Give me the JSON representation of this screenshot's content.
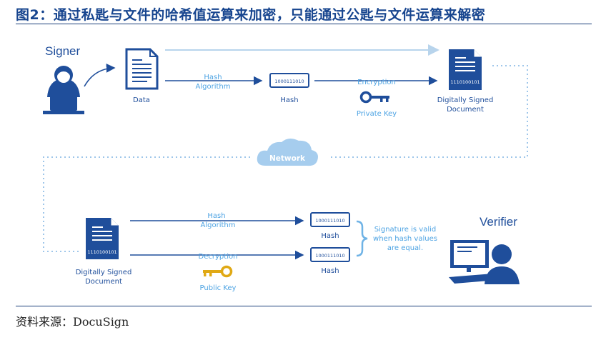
{
  "title": "图2：通过私匙与文件的哈希值运算来加密，只能通过公匙与文件运算来解密",
  "source": "资料来源：DocuSign",
  "signer_label": "Signer",
  "verifier_label": "Verifier",
  "data_label": "Data",
  "hash_algorithm_top": [
    "Hash",
    "Algorithm"
  ],
  "hash_label": "Hash",
  "encryption_label": "Encryption",
  "private_key_label": "Private Key",
  "signed_doc_top": [
    "Digitally Signed",
    "Document"
  ],
  "network_label": "Network",
  "signed_doc_bottom": [
    "Digitally Signed",
    "Document"
  ],
  "hash_algorithm_bottom": [
    "Hash",
    "Algorithm"
  ],
  "decryption_label": "Decryption",
  "public_key_label": "Public Key",
  "hash_value_label": "Hash",
  "hash_bits": "1000111010",
  "signed_bits": "1110100101",
  "verdict_lines": [
    "Signature is valid",
    "when hash values",
    "are equal."
  ],
  "colors": {
    "navy": "#1f4e9b",
    "light_blue": "#4da3e3",
    "gold": "#e0a915",
    "pale": "#b8d4ec"
  }
}
